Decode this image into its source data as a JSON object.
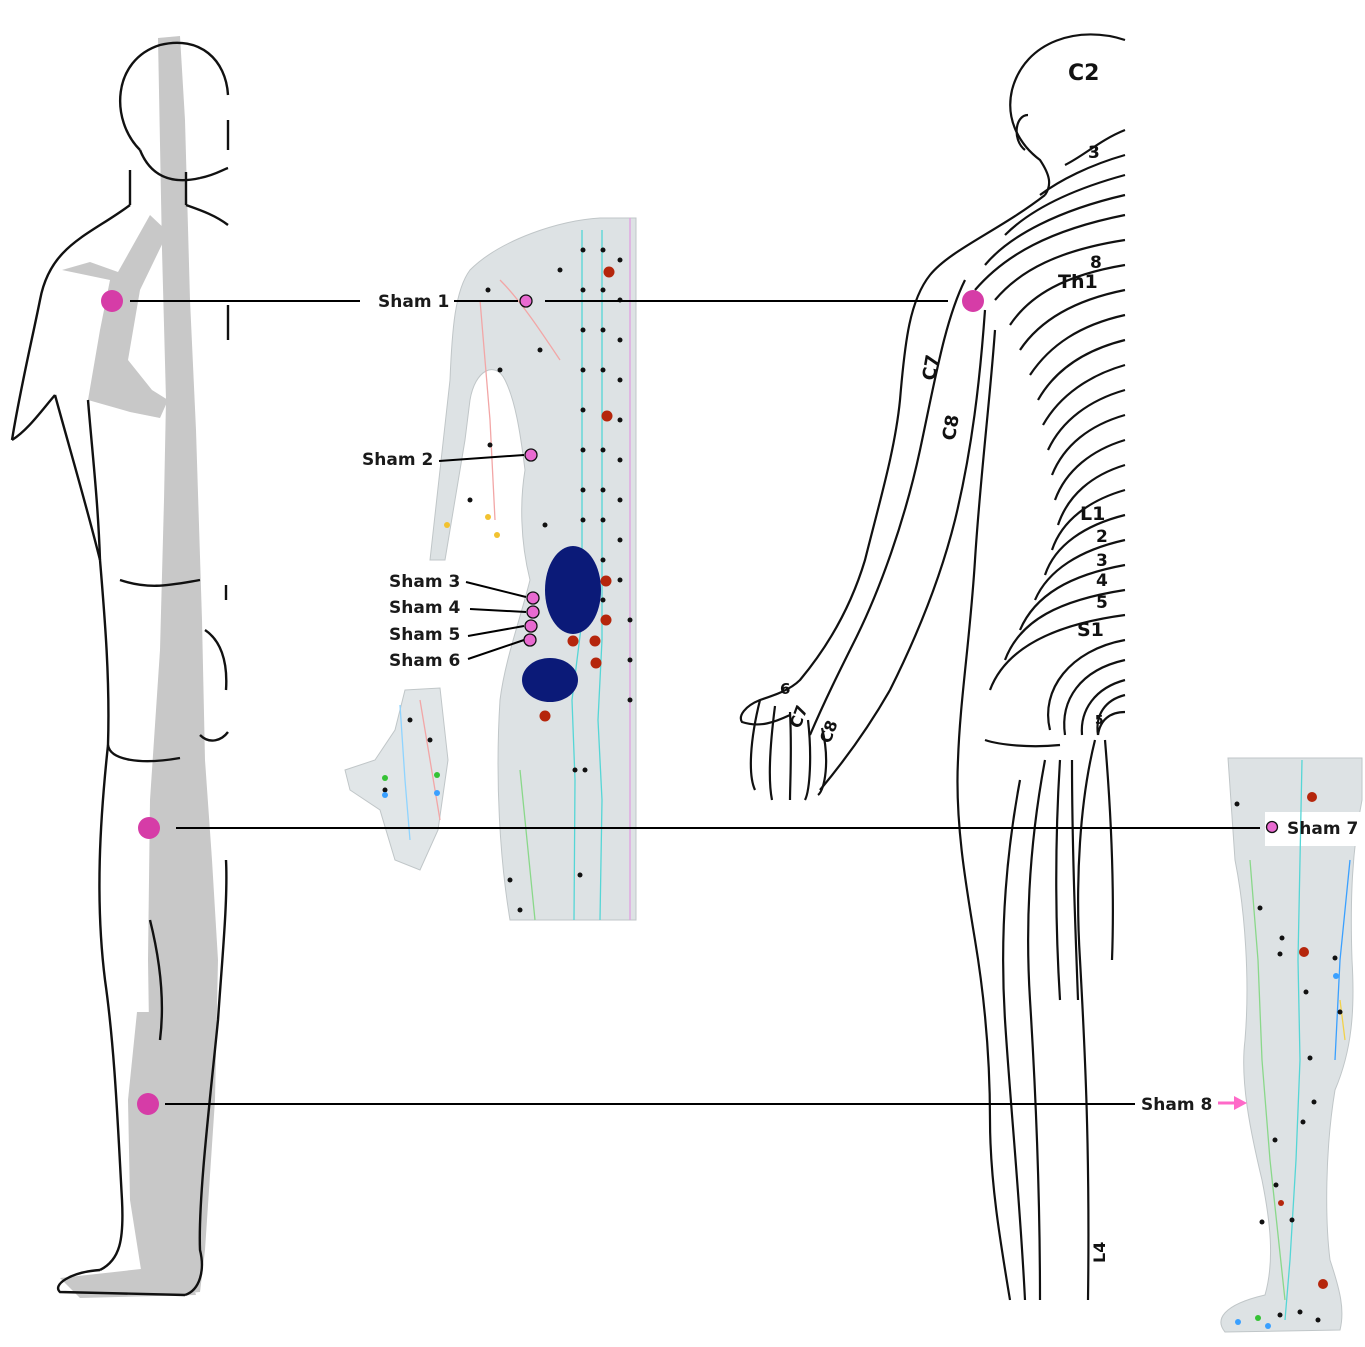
{
  "colors": {
    "sham_point_fill": "#d63ca7",
    "sham_small_fill": "#e86ad0",
    "meridian_band": "#c8c8c8",
    "acupoint_red": "#b5260c",
    "acupoint_blue": "#0b1a78",
    "arrow_pink": "#ff69c8",
    "skin_gray": "#dde2e4",
    "leader_line": "#000000"
  },
  "labels": {
    "sham1": "Sham 1",
    "sham2": "Sham 2",
    "sham3": "Sham 3",
    "sham4": "Sham 4",
    "sham5": "Sham 5",
    "sham6": "Sham 6",
    "sham7": "Sham 7",
    "sham8": "Sham 8"
  },
  "dermatomes": {
    "c2": "C2",
    "d3": "3",
    "d8": "8",
    "th1": "Th1",
    "c7": "C7",
    "c8": "C8",
    "l1": "L1",
    "l2": "2",
    "l3": "3",
    "l4b": "4",
    "l5": "5",
    "s1": "S1",
    "s5": "5",
    "hand_c6": "6",
    "hand_c7": "C7",
    "hand_c8": "C8",
    "leg_l4": "L4"
  }
}
